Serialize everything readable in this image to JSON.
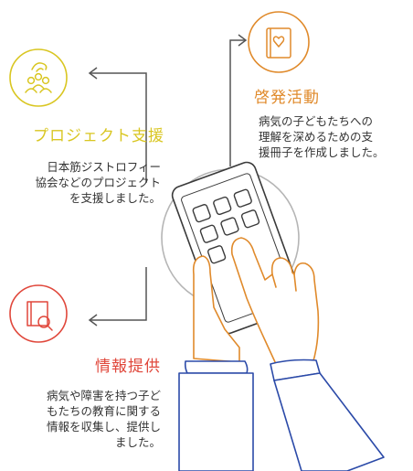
{
  "colors": {
    "yellow": "#d9c621",
    "orange": "#e08a2b",
    "red": "#e0473b",
    "gray": "#555555",
    "circle": "#b5b5b5",
    "blue": "#2b4aa8",
    "phone": "#3a3a3a"
  },
  "icons": {
    "project": "people-support-icon",
    "activity": "heart-book-icon",
    "info": "book-search-icon",
    "center": "hands-phone-icon"
  },
  "project_support": {
    "title": "プロジェクト支援",
    "desc": [
      "日本筋ジストロフィー",
      "協会などのプロジェクト",
      "を支援しました。"
    ]
  },
  "awareness": {
    "title": "啓発活動",
    "desc": [
      "病気の子どもたちへの",
      "理解を深めるための支",
      "援冊子を作成しました。"
    ]
  },
  "information": {
    "title": "情報提供",
    "desc": [
      "病気や障害を持つ子ど",
      "もたちの教育に関する",
      "情報を収集し、提供し",
      "ました。"
    ]
  }
}
